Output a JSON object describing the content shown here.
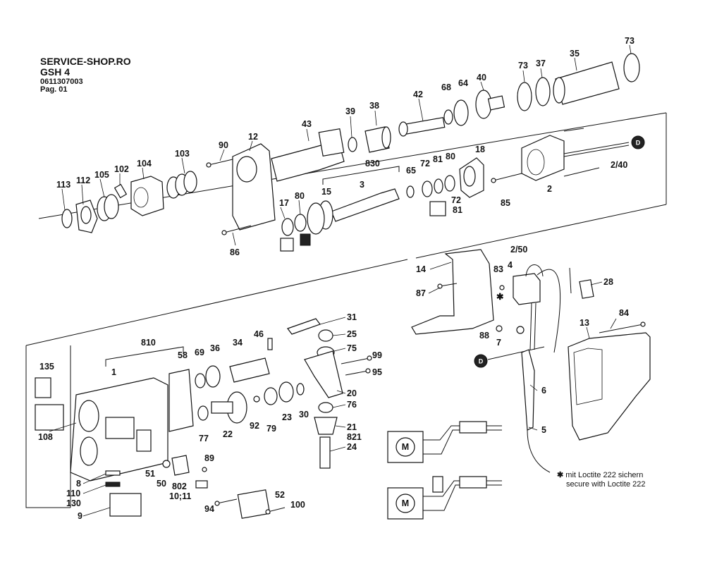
{
  "header": {
    "shop": "SERVICE-SHOP.RO",
    "model": "GSH 4",
    "part_number": "0611307003",
    "page": "Pag. 01"
  },
  "notes": {
    "loctite_star": "✱",
    "loctite_de": "mit Loctite 222 sichern",
    "loctite_en": "secure with Loctite 222"
  },
  "markers": {
    "d": "D"
  },
  "labels": {
    "p73a": "73",
    "p35": "35",
    "p73b": "73",
    "p37": "37",
    "p40": "40",
    "p42": "42",
    "p68": "68",
    "p64": "64",
    "p38": "38",
    "p39": "39",
    "p43": "43",
    "p12": "12",
    "p90": "90",
    "p103": "103",
    "p104": "104",
    "p102": "102",
    "p105": "105",
    "p112": "112",
    "p113": "113",
    "p830": "830",
    "p3": "3",
    "p15": "15",
    "p65": "65",
    "p72a": "72",
    "p81a": "81",
    "p80a": "80",
    "p18": "18",
    "p72b": "72",
    "p81b": "81",
    "p2": "2",
    "p85": "85",
    "p2_40": "2/40",
    "p17": "17",
    "p80b": "80",
    "p86": "86",
    "p14": "14",
    "p87": "87",
    "p2_50": "2/50",
    "p83": "83",
    "p4": "4",
    "p28": "28",
    "p84": "84",
    "p88": "88",
    "p7": "7",
    "p13": "13",
    "p6": "6",
    "p5": "5",
    "p31": "31",
    "p25": "25",
    "p46": "46",
    "p34": "34",
    "p810": "810",
    "p36": "36",
    "p69": "69",
    "p58": "58",
    "p75": "75",
    "p99": "99",
    "p95": "95",
    "p20": "20",
    "p76": "76",
    "p21": "21",
    "p821": "821",
    "p24": "24",
    "p30": "30",
    "p23": "23",
    "p79": "79",
    "p92": "92",
    "p22": "22",
    "p77": "77",
    "p135": "135",
    "p108": "108",
    "p1": "1",
    "p89": "89",
    "p51": "51",
    "p50": "50",
    "p802": "802",
    "p10_11": "10;11",
    "p8": "8",
    "p110": "110",
    "p130": "130",
    "p9": "9",
    "p94": "94",
    "p52": "52",
    "p100": "100"
  }
}
